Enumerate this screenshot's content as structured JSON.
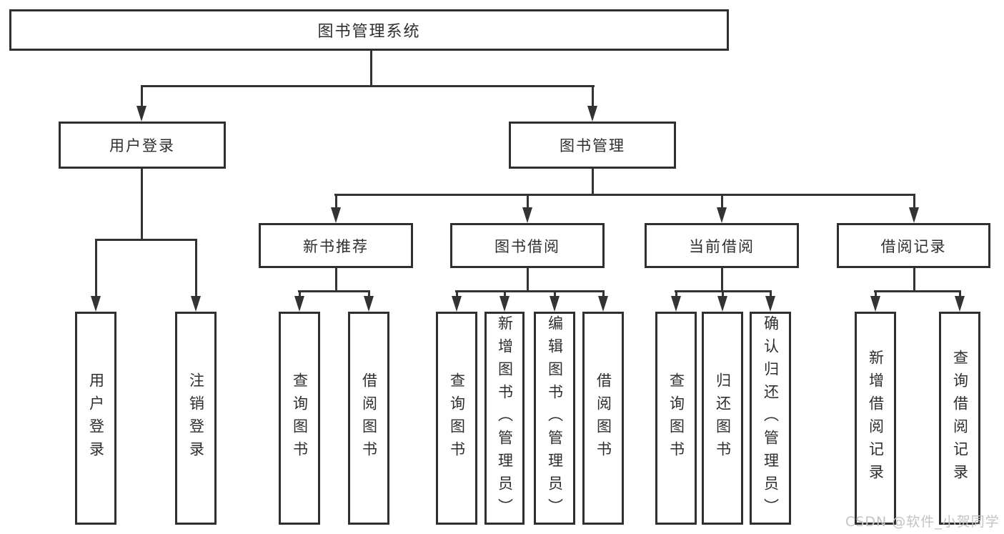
{
  "nodes": {
    "root": {
      "label": "图书管理系统"
    },
    "user_login": {
      "label": "用户登录"
    },
    "book_management": {
      "label": "图书管理"
    },
    "new_book_recommend": {
      "label": "新书推荐"
    },
    "book_borrow": {
      "label": "图书借阅"
    },
    "current_borrow": {
      "label": "当前借阅"
    },
    "borrow_records": {
      "label": "借阅记录"
    },
    "leaf_user_login": {
      "label": "用户登录"
    },
    "leaf_logout": {
      "label": "注销登录"
    },
    "leaf_query_book_1": {
      "label": "查询图书"
    },
    "leaf_borrow_book_1": {
      "label": "借阅图书"
    },
    "leaf_query_book_2": {
      "label": "查询图书"
    },
    "leaf_add_book_admin": {
      "label": "新增图书（管理员）"
    },
    "leaf_edit_book_admin": {
      "label": "编辑图书（管理员）"
    },
    "leaf_borrow_book_2": {
      "label": "借阅图书"
    },
    "leaf_query_book_3": {
      "label": "查询图书"
    },
    "leaf_return_book": {
      "label": "归还图书"
    },
    "leaf_confirm_return_admin": {
      "label": "确认归还（管理员）"
    },
    "leaf_add_borrow_record": {
      "label": "新增借阅记录"
    },
    "leaf_query_borrow_record": {
      "label": "查询借阅记录"
    }
  },
  "watermark": {
    "text": "CSDN @软件_小贺同学"
  },
  "colors": {
    "line": "#333333",
    "box_border": "#2f2f2f",
    "text": "#2e2e2e",
    "watermark": "#c3c3c3",
    "background": "#ffffff"
  }
}
